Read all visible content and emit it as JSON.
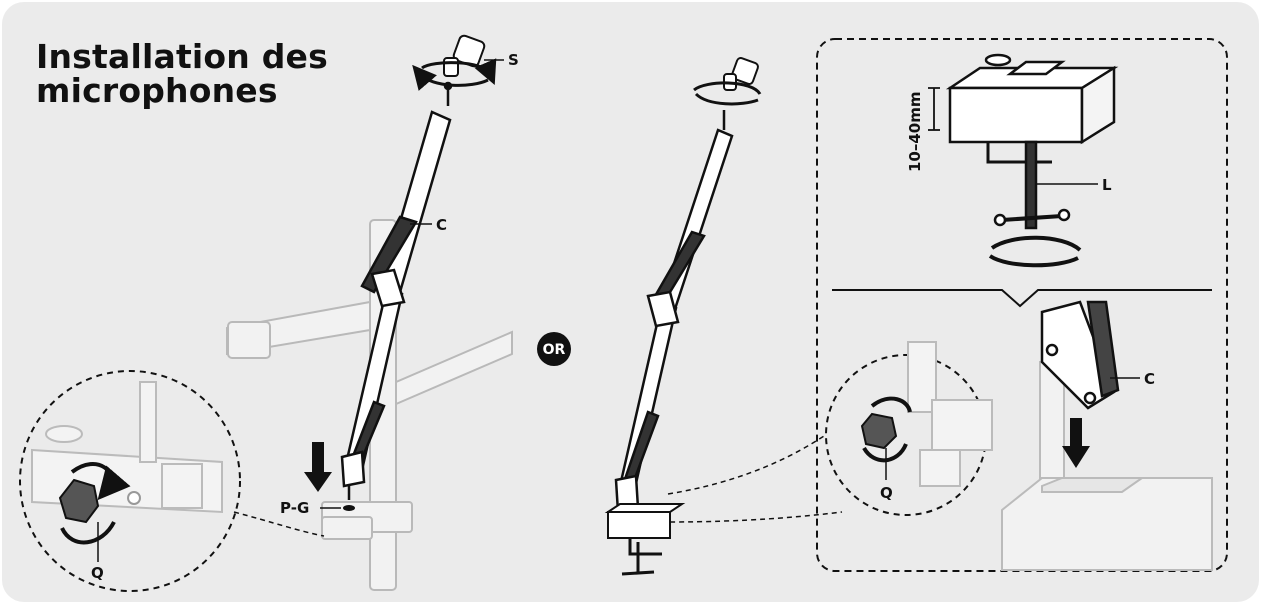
{
  "title_line1": "Installation des",
  "title_line2": "microphones",
  "labels": {
    "s": "S",
    "c_left": "C",
    "pg": "P-G",
    "q_left": "Q",
    "or": "OR",
    "thickness": "10–40mm",
    "l": "L",
    "c_right": "C",
    "q_right": "Q"
  },
  "colors": {
    "background": "#ebebeb",
    "ink": "#111111",
    "ghost": "#bdbdbd"
  }
}
